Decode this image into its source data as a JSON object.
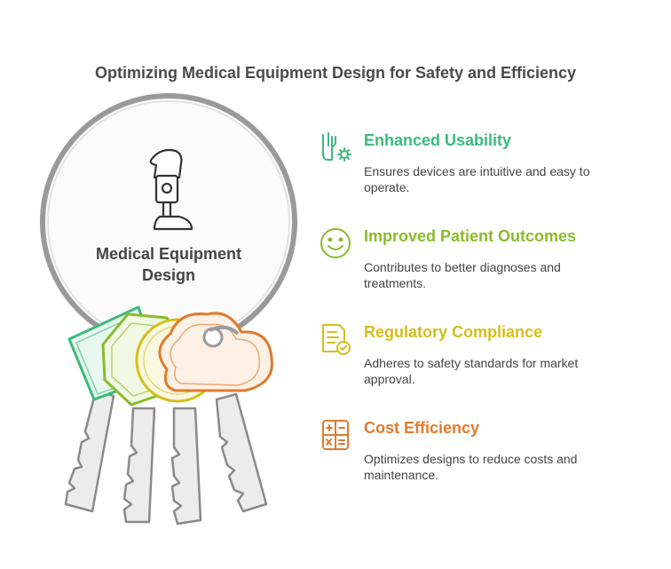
{
  "title": "Optimizing Medical Equipment Design for Safety and Efficiency",
  "center": {
    "line1": "Medical Equipment",
    "line2": "Design"
  },
  "items": [
    {
      "title": "Enhanced Usability",
      "description": "Ensures devices are intuitive and easy to operate.",
      "color": "#3cba7d",
      "icon": "hand-gear-icon"
    },
    {
      "title": "Improved Patient Outcomes",
      "description": "Contributes to better diagnoses and treatments.",
      "color": "#8bbb2a",
      "icon": "smiley-icon"
    },
    {
      "title": "Regulatory Compliance",
      "description": "Adheres to safety standards for market approval.",
      "color": "#d4bf1b",
      "icon": "document-check-icon"
    },
    {
      "title": "Cost Efficiency",
      "description": "Optimizes designs to reduce costs and maintenance.",
      "color": "#e07b2e",
      "icon": "calculator-icon"
    }
  ]
}
